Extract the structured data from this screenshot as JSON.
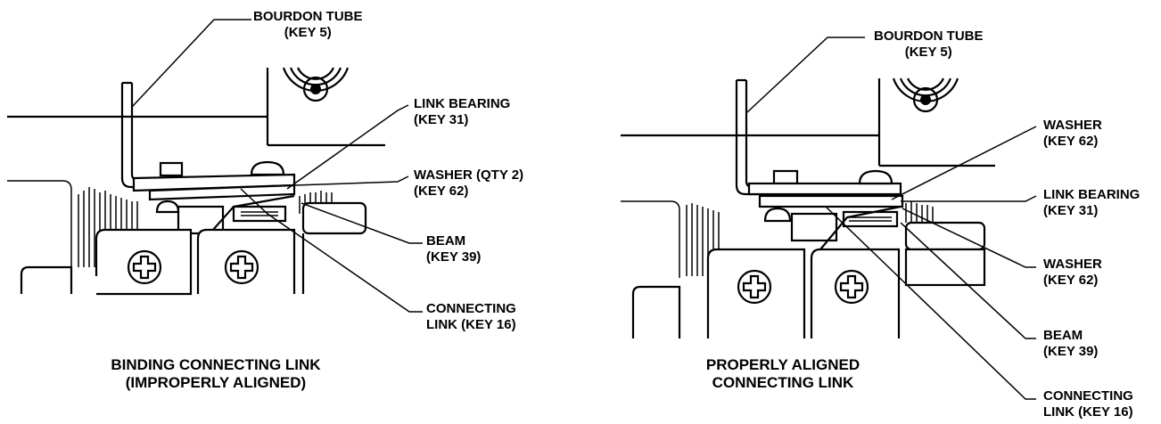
{
  "left_figure": {
    "caption": [
      "BINDING CONNECTING LINK",
      "(IMPROPERLY ALIGNED)"
    ],
    "callouts": {
      "bourdon_tube": [
        "BOURDON TUBE",
        "(KEY 5)"
      ],
      "link_bearing": [
        "LINK BEARING",
        "(KEY 31)"
      ],
      "washer": [
        "WASHER (QTY 2)",
        "(KEY 62)"
      ],
      "beam": [
        "BEAM",
        "(KEY 39)"
      ],
      "connecting_link": [
        "CONNECTING",
        "LINK (KEY 16)"
      ]
    }
  },
  "right_figure": {
    "caption": [
      "PROPERLY ALIGNED",
      "CONNECTING LINK"
    ],
    "callouts": {
      "bourdon_tube": [
        "BOURDON TUBE",
        "(KEY 5)"
      ],
      "washer_top": [
        "WASHER",
        "(KEY 62)"
      ],
      "link_bearing": [
        "LINK BEARING",
        "(KEY 31)"
      ],
      "washer_bottom": [
        "WASHER",
        "(KEY 62)"
      ],
      "beam": [
        "BEAM",
        "(KEY 39)"
      ],
      "connecting_link": [
        "CONNECTING",
        "LINK (KEY 16)"
      ]
    }
  }
}
